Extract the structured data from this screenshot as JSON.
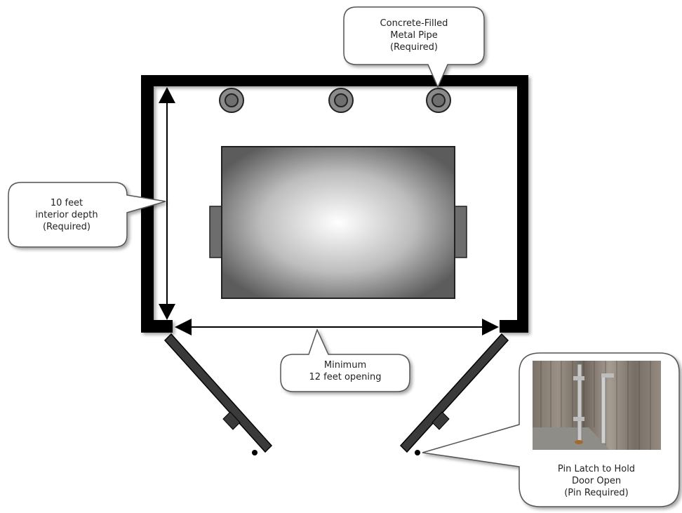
{
  "callouts": {
    "pipe": [
      "Concrete-Filled",
      "Metal Pipe",
      "(Required)"
    ],
    "depth": [
      "10 feet",
      "interior depth",
      "(Required)"
    ],
    "opening": [
      "Minimum",
      "12 feet opening"
    ],
    "latch": [
      "Pin Latch to Hold",
      "Door Open",
      "(Pin Required)"
    ]
  },
  "colors": {
    "wall": "#000000",
    "door": "#333333",
    "pipe": "#8a8a8a",
    "dumpster_center": "#ffffff",
    "dumpster_edge": "#5c5c5c",
    "callout_fill": "#ffffff",
    "callout_stroke": "#555555"
  },
  "photo": {
    "subject": "wooden fence gate with metal pin latch"
  }
}
